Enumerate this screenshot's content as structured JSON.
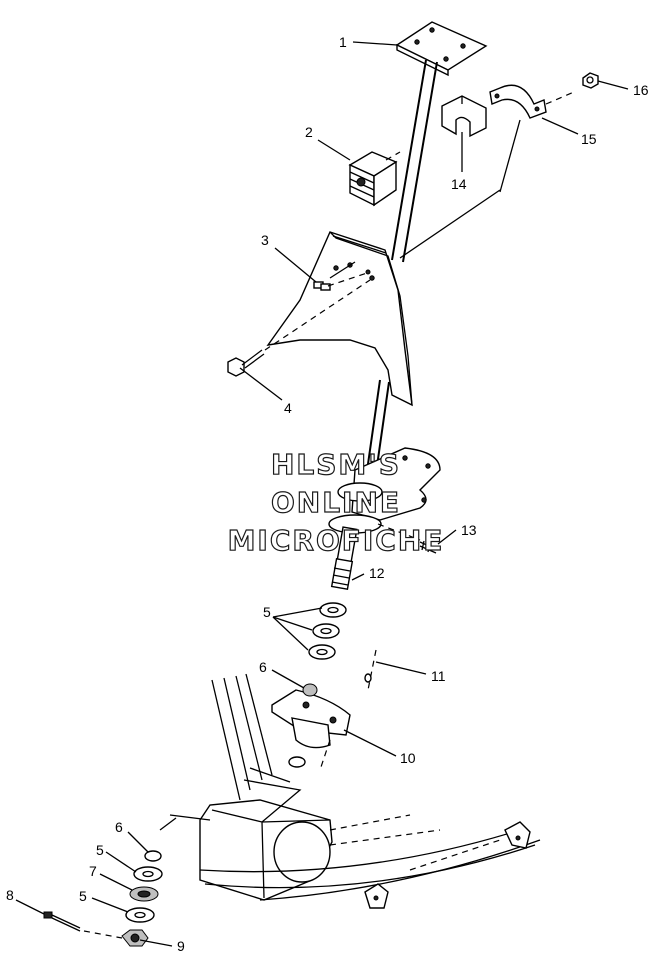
{
  "callouts": {
    "c1": "1",
    "c2": "2",
    "c3": "3",
    "c4": "4",
    "c5a": "5",
    "c6a": "6",
    "c6b": "6",
    "c5b": "5",
    "c7": "7",
    "c5c": "5",
    "c8": "8",
    "c9": "9",
    "c10": "10",
    "c11": "11",
    "c12": "12",
    "c13": "13",
    "c14": "14",
    "c15": "15",
    "c16": "16"
  },
  "watermark": {
    "line1": "HLSM'S",
    "line2": "ONLINE",
    "line3": "MICROFICHE"
  }
}
